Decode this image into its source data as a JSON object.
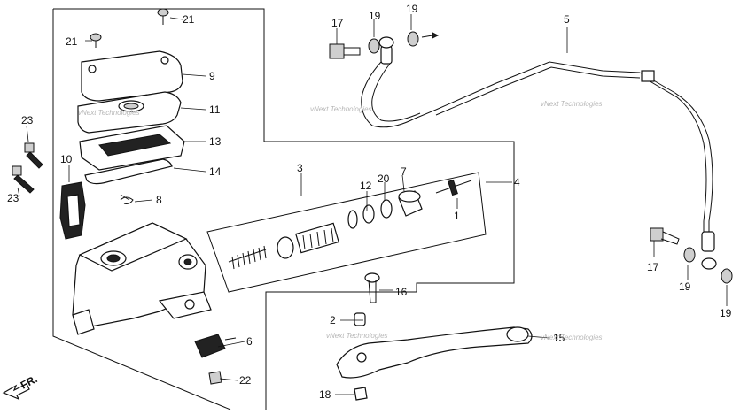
{
  "labels": {
    "n1": "1",
    "n2": "2",
    "n3": "3",
    "n4": "4",
    "n5": "5",
    "n6": "6",
    "n7": "7",
    "n8": "8",
    "n9": "9",
    "n10": "10",
    "n11": "11",
    "n12": "12",
    "n13": "13",
    "n14": "14",
    "n15": "15",
    "n16": "16",
    "n17a": "17",
    "n17b": "17",
    "n18": "18",
    "n19a": "19",
    "n19b": "19",
    "n19c": "19",
    "n19d": "19",
    "n20": "20",
    "n21a": "21",
    "n21b": "21",
    "n22": "22",
    "n23a": "23",
    "n23b": "23"
  },
  "direction": "FR.",
  "watermark": "vNext Technologies"
}
